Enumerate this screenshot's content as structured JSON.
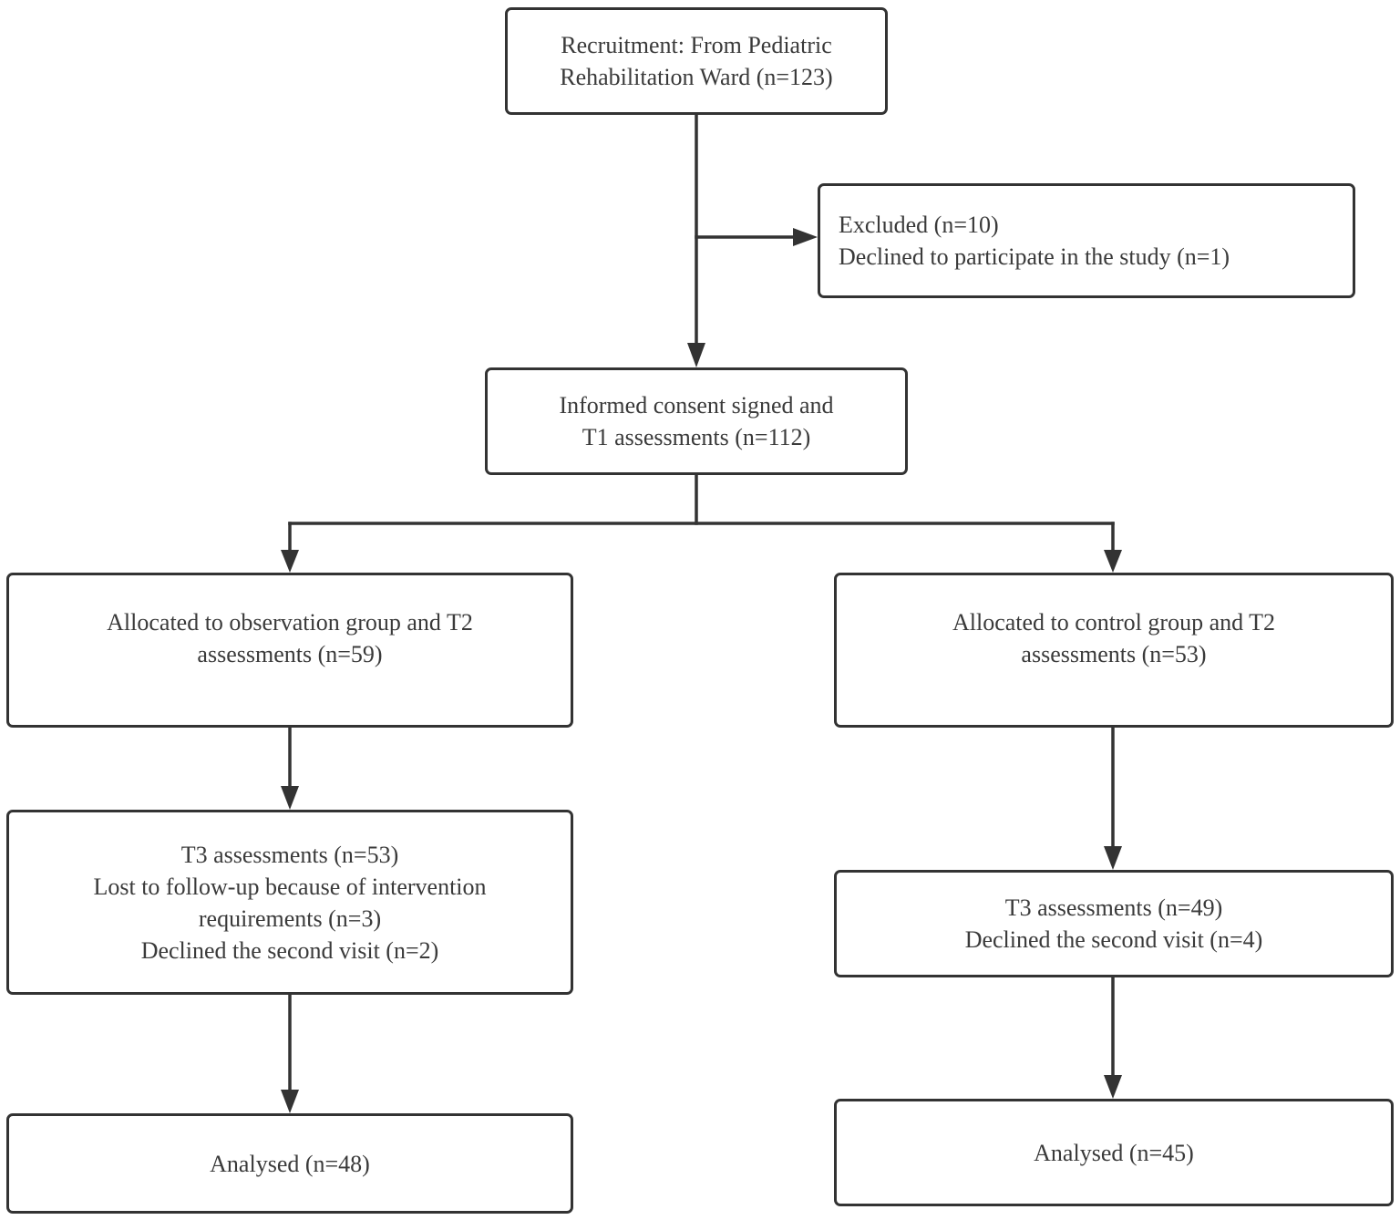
{
  "diagram": {
    "recruitment": {
      "lines": [
        "Recruitment: From Pediatric",
        "Rehabilitation Ward (n=123)"
      ]
    },
    "excluded": {
      "lines": [
        "Excluded (n=10)",
        "Declined to participate in the study (n=1)"
      ]
    },
    "consent": {
      "lines": [
        "Informed consent signed and",
        "T1 assessments (n=112)"
      ]
    },
    "observation": {
      "allocation": {
        "lines": [
          "Allocated to observation group and T2",
          "assessments (n=59)"
        ]
      },
      "t3": {
        "lines": [
          "T3 assessments (n=53)",
          "Lost to follow-up because of intervention",
          "requirements (n=3)",
          "Declined the second visit (n=2)"
        ]
      },
      "analysed": {
        "lines": [
          "Analysed (n=48)"
        ]
      }
    },
    "control": {
      "allocation": {
        "lines": [
          "Allocated to control group and T2",
          "assessments (n=53)"
        ]
      },
      "t3": {
        "lines": [
          "T3 assessments (n=49)",
          "Declined the second visit (n=4)"
        ]
      },
      "analysed": {
        "lines": [
          "Analysed (n=45)"
        ]
      }
    },
    "colors": {
      "stroke": "#333333",
      "text": "#3a3a3a",
      "background": "#ffffff"
    }
  }
}
